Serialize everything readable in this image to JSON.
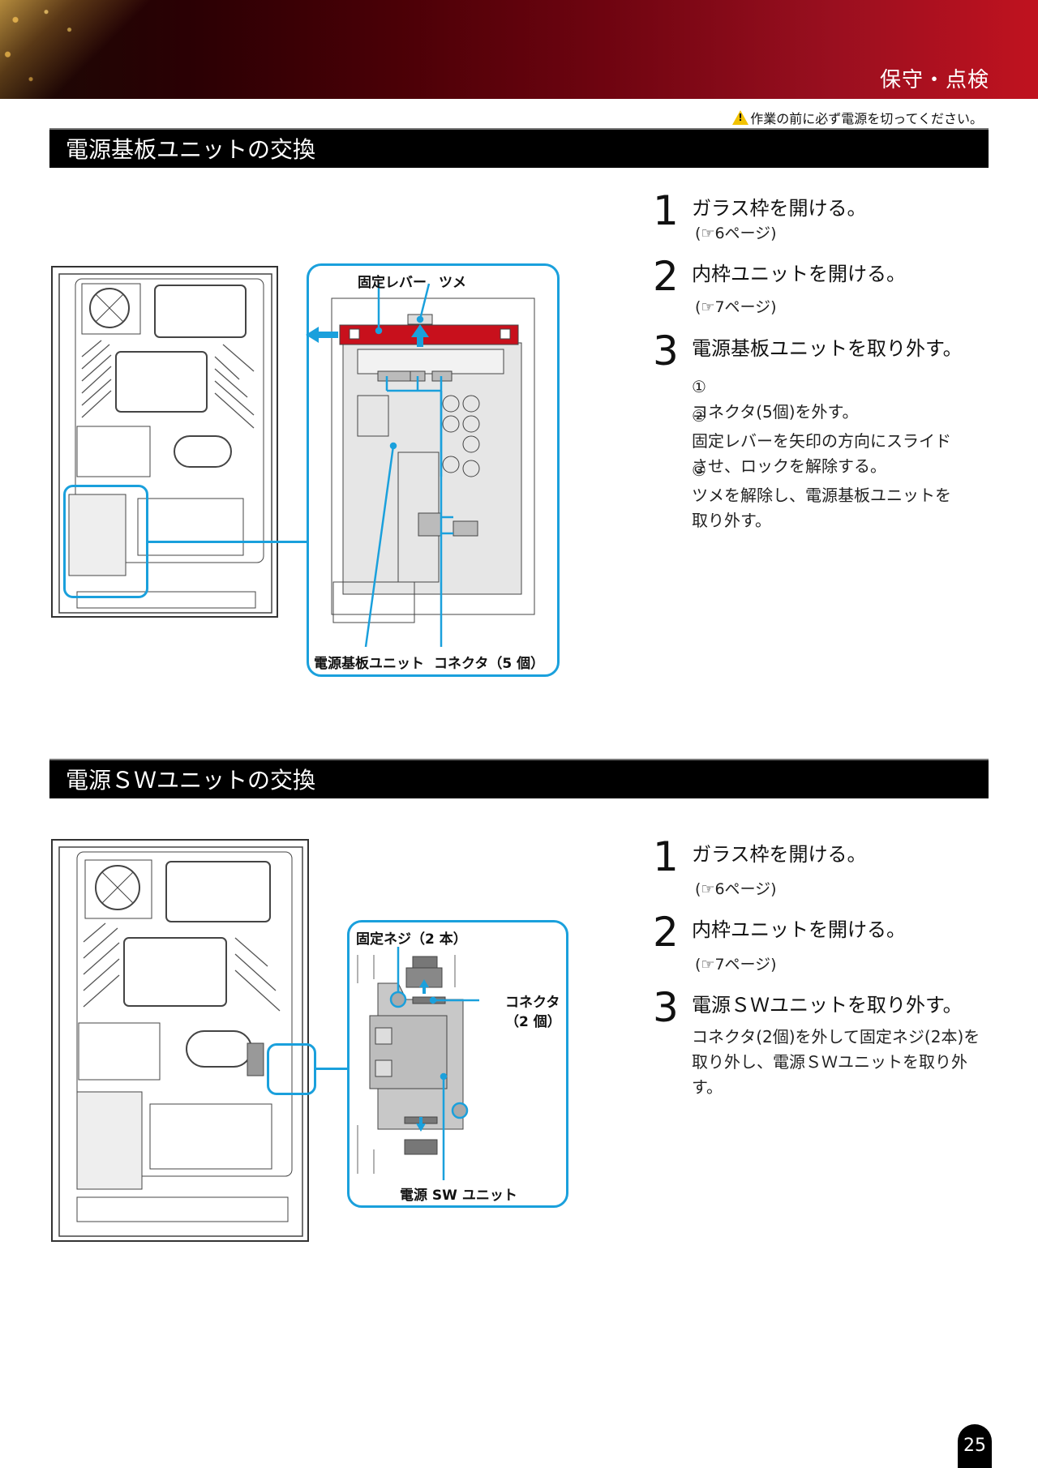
{
  "header": {
    "section_title": "保守・点検",
    "warning_icon": "warning-triangle-icon",
    "warning_text": "作業の前に必ず電源を切ってください。"
  },
  "sections": [
    {
      "title": "電源基板ユニットの交換",
      "steps": [
        {
          "num": "1",
          "title": "ガラス枠を開ける。",
          "ref": "(☞6ページ)"
        },
        {
          "num": "2",
          "title": "内枠ユニットを開ける。",
          "ref": "(☞7ページ)"
        },
        {
          "num": "3",
          "title": "電源基板ユニットを取り外す。",
          "substeps": [
            {
              "num": "①",
              "text": "コネクタ(5個)を外す。"
            },
            {
              "num": "②",
              "text": "固定レバーを矢印の方向にスライドさせ、ロックを解除する。"
            },
            {
              "num": "③",
              "text": "ツメを解除し、電源基板ユニットを取り外す。"
            }
          ]
        }
      ],
      "callout_labels": {
        "lever": "固定レバー",
        "claw": "ツメ",
        "unit": "電源基板ユニット",
        "connectors": "コネクタ（5 個）"
      },
      "colors": {
        "lever": "#c8101c",
        "arrow": "#1aa0dc"
      }
    },
    {
      "title": "電源ＳＷユニットの交換",
      "steps": [
        {
          "num": "1",
          "title": "ガラス枠を開ける。",
          "ref": "(☞6ページ)"
        },
        {
          "num": "2",
          "title": "内枠ユニットを開ける。",
          "ref": "(☞7ページ)"
        },
        {
          "num": "3",
          "title": "電源ＳＷユニットを取り外す。",
          "body": "コネクタ(2個)を外して固定ネジ(2本)を取り外し、電源ＳＷユニットを取り外す。"
        }
      ],
      "callout_labels": {
        "screws": "固定ネジ（2 本）",
        "connectors_line1": "コネクタ",
        "connectors_line2": "（2 個）",
        "unit": "電源 SW ユニット"
      }
    }
  ],
  "page_number": "25"
}
